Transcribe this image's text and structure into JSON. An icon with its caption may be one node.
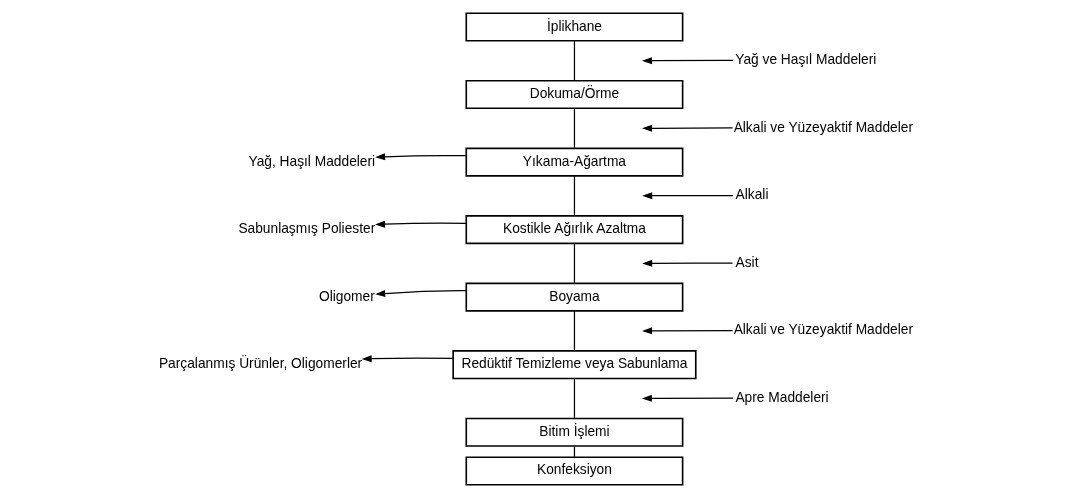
{
  "diagram": {
    "nodes": [
      {
        "text": [
          "İplikhane"
        ]
      },
      {
        "text": [
          "Dokuma/Örme"
        ]
      },
      {
        "text": [
          "Yıkama-Ağartma"
        ]
      },
      {
        "text": [
          "Kostikle Ağırlık Azaltma"
        ]
      },
      {
        "text": [
          "Boyama"
        ]
      },
      {
        "text": [
          "Redüktif Temizleme veya Sabunlama"
        ]
      },
      {
        "text": [
          "Bitim İşlemi"
        ]
      },
      {
        "text": [
          "Konfeksiyon"
        ]
      },
      {
        "text": [
          "Yağ ve Haşıl Maddeleri"
        ]
      },
      {
        "text": [
          "Alkali ve Yüzeyaktif Maddeler"
        ]
      },
      {
        "text": [
          "Alkali"
        ]
      },
      {
        "text": [
          "Asit"
        ]
      },
      {
        "text": [
          "Alkali ve Yüzeyaktif Maddeler"
        ]
      },
      {
        "text": [
          "Apre Maddeleri"
        ]
      },
      {
        "text": [
          "Yağ, Haşıl Maddeleri"
        ]
      },
      {
        "text": [
          "Sabunlaşmış Poliester"
        ]
      },
      {
        "text": [
          "Oligomer"
        ]
      },
      {
        "text": [
          "Parçalanmış Ürünler, Oligomerler"
        ]
      }
    ],
    "edges": [
      {
        "from": 0,
        "to": 1,
        "arrow": "none"
      },
      {
        "from": 1,
        "to": 2,
        "arrow": "none"
      },
      {
        "from": 2,
        "to": 3,
        "arrow": "none"
      },
      {
        "from": 3,
        "to": 4,
        "arrow": "none"
      },
      {
        "from": 4,
        "to": 5,
        "arrow": "none"
      },
      {
        "from": 5,
        "to": 6,
        "arrow": "none"
      },
      {
        "from": 6,
        "to": 7,
        "arrow": "none"
      },
      {
        "from": 8,
        "to": null,
        "arrow": "to"
      },
      {
        "from": 9,
        "to": null,
        "arrow": "to"
      },
      {
        "from": 10,
        "to": null,
        "arrow": "to"
      },
      {
        "from": 11,
        "to": null,
        "arrow": "to"
      },
      {
        "from": 12,
        "to": null,
        "arrow": "to"
      },
      {
        "from": 13,
        "to": null,
        "arrow": "to"
      },
      {
        "from": 2,
        "to": 14,
        "arrow": "to"
      },
      {
        "from": 3,
        "to": 15,
        "arrow": "to"
      },
      {
        "from": 4,
        "to": 16,
        "arrow": "to"
      },
      {
        "from": 5,
        "to": 17,
        "arrow": "to"
      }
    ]
  }
}
